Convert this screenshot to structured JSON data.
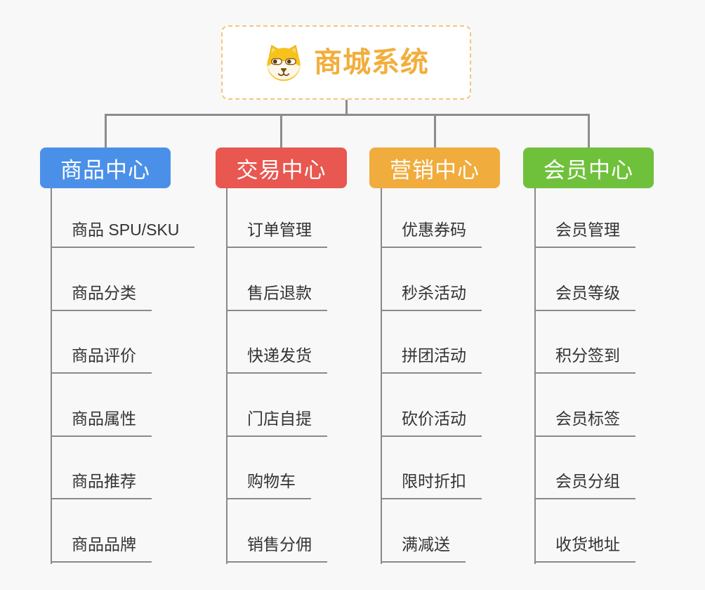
{
  "root": {
    "title": "商城系统",
    "icon": "dog-face-icon",
    "title_color": "#f2ae3c",
    "border_color": "#f3c77d"
  },
  "connector_color": "#8c8c8c",
  "branches": [
    {
      "label": "商品中心",
      "color": "#4b90e8",
      "items": [
        "商品 SPU/SKU",
        "商品分类",
        "商品评价",
        "商品属性",
        "商品推荐",
        "商品品牌"
      ]
    },
    {
      "label": "交易中心",
      "color": "#e85750",
      "items": [
        "订单管理",
        "售后退款",
        "快递发货",
        "门店自提",
        "购物车",
        "销售分佣"
      ]
    },
    {
      "label": "营销中心",
      "color": "#f0ac3c",
      "items": [
        "优惠券码",
        "秒杀活动",
        "拼团活动",
        "砍价活动",
        "限时折扣",
        "满减送"
      ]
    },
    {
      "label": "会员中心",
      "color": "#6fc13c",
      "items": [
        "会员管理",
        "会员等级",
        "积分签到",
        "会员标签",
        "会员分组",
        "收货地址"
      ]
    }
  ]
}
